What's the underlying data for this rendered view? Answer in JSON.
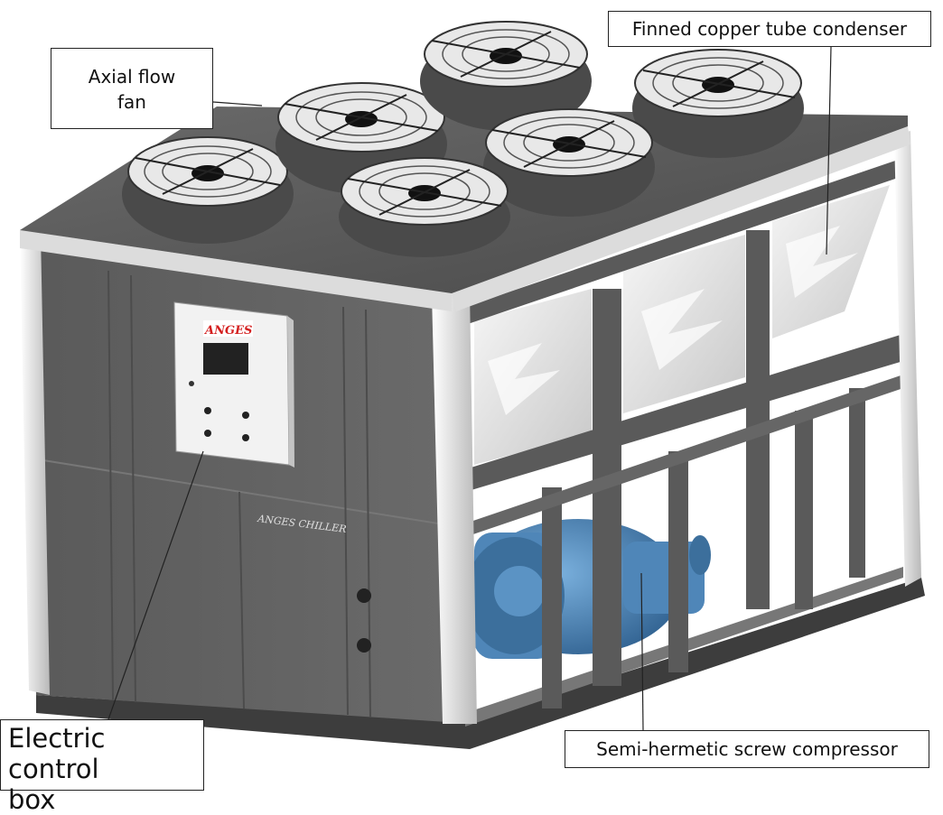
{
  "labels": {
    "axial_fan": [
      "Axial flow",
      "fan"
    ],
    "condenser": "Finned copper tube condenser",
    "control_box": [
      "Electric control",
      "box"
    ],
    "compressor": "Semi-hermetic screw compressor"
  },
  "unit_markings": {
    "panel_text": "ANGES CHILLER",
    "logo_text": "ANGES"
  },
  "colors": {
    "cabinet": "#5e5e5e",
    "frame": "#e4e4e4",
    "compressor": "#4f86b8",
    "logo": "#d42020"
  }
}
